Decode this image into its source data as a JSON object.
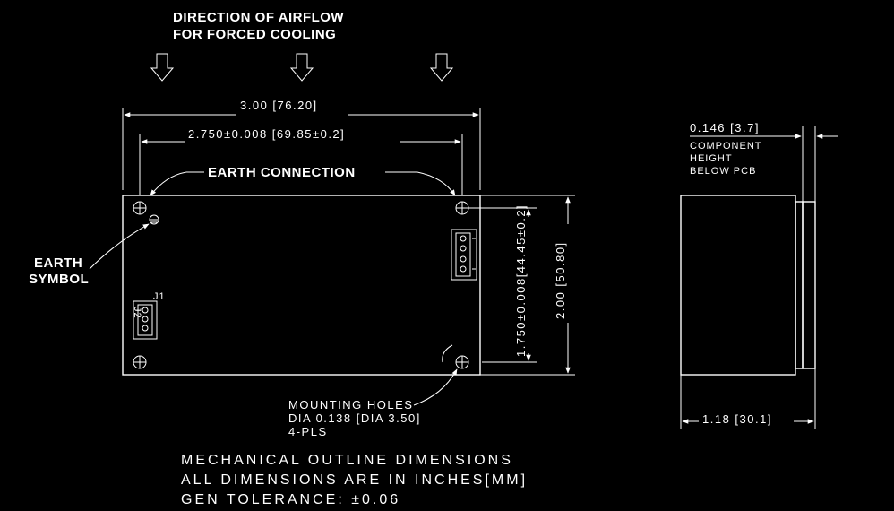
{
  "airflow": {
    "line1": "DIRECTION OF AIRFLOW",
    "line2": "FOR FORCED COOLING"
  },
  "dims": {
    "width_overall": "3.00  [76.20]",
    "width_holes": "2.750±0.008  [69.85±0.2]",
    "height_holes": "1.750±0.008[44.45±0.2]",
    "height_overall": "2.00  [50.80]",
    "thickness": "0.146  [3.7]",
    "depth": "1.18  [30.1]"
  },
  "labels": {
    "earth_connection": "EARTH CONNECTION",
    "earth_symbol_1": "EARTH",
    "earth_symbol_2": "SYMBOL",
    "component_1": "COMPONENT",
    "component_2": "HEIGHT",
    "component_3": "BELOW PCB",
    "mount_1": "MOUNTING HOLES",
    "mount_2": "DIA 0.138  [DIA 3.50]",
    "mount_3": "4-PLS",
    "j1": "J1",
    "j2": "J2"
  },
  "notes": {
    "line1": "MECHANICAL  OUTLINE  DIMENSIONS",
    "line2": "ALL DIMENSIONS ARE IN INCHES[MM]",
    "line3": "GEN  TOLERANCE: ±0.06"
  }
}
